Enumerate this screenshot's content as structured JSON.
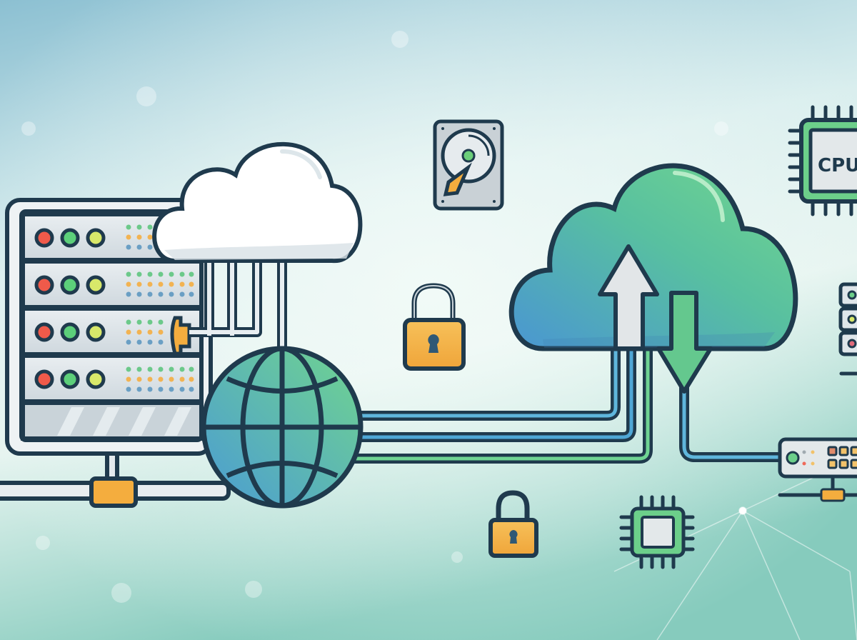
{
  "illustration": {
    "subject": "Cloud computing network infrastructure",
    "chip_label": "CPU",
    "colors": {
      "outline": "#1f3a4d",
      "bg_top": "#7fb8cc",
      "bg_mid": "#dff1ee",
      "bg_bottom": "#8ed0c0",
      "cloud_white": "#ffffff",
      "cloud_blue": "#4a9fd0",
      "cloud_green": "#6ccf95",
      "lock_orange": "#f4b246",
      "led_red": "#ef5a4a",
      "led_green": "#5ccf7a",
      "led_yellow": "#d8e86a",
      "chip_green": "#6ccf8a",
      "panel_gray": "#dfe6ea"
    },
    "elements": [
      "server-rack",
      "white-cloud",
      "globe",
      "padlock-upper",
      "padlock-lower",
      "hard-drive",
      "gradient-cloud-upload-download",
      "cpu-chip",
      "microchip",
      "small-server-stack",
      "network-switch",
      "data-cables"
    ]
  }
}
